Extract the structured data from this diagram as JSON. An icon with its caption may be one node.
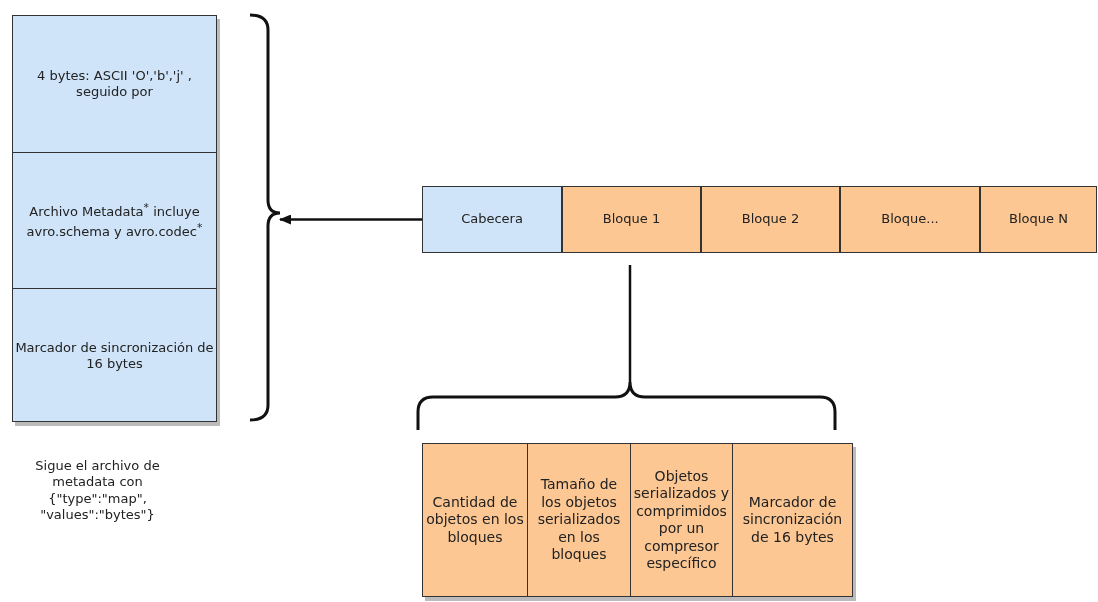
{
  "diagram": {
    "nodes": [
      {
        "text": [],
        "shape": "box"
      },
      {
        "text": [
          "4 bytes: ASCII 'O','b','j' , seguido por"
        ],
        "in": 0
      },
      {
        "text": [
          "Archivo Metadata$^{*}$ incluye avro.schema y avro.codec$^{*}$"
        ],
        "in": 0
      },
      {
        "text": [
          "Marcador de sincronización de 16 bytes"
        ],
        "in": 0
      },
      {
        "text": [
          "Cabecera"
        ]
      },
      {
        "text": [
          "Bloque 1"
        ]
      },
      {
        "text": [
          "Bloque 2"
        ]
      },
      {
        "text": [
          "Bloque..."
        ]
      },
      {
        "text": [
          "Bloque N"
        ]
      },
      {
        "text": [],
        "shape": "box"
      },
      {
        "text": [
          "Cantidad de objetos en los bloques"
        ],
        "in": 9
      },
      {
        "text": [
          "Tamaño de los objetos serializados en los bloques"
        ],
        "in": 9
      },
      {
        "text": [
          "Objetos serializados y comprimidos por un compresor específico"
        ],
        "in": 9
      },
      {
        "text": [
          "Marcador de sincronización de 16 bytes"
        ],
        "in": 9
      }
    ],
    "edges": [
      {
        "from": 4,
        "to": 0,
        "arrow": "to"
      },
      {
        "from": 5,
        "to": 9,
        "arrow": "none"
      }
    ],
    "labels": [
      "Sigue el archivo de metadata con {\"type\":\"map\", \"values\":\"bytes\"}"
    ]
  }
}
